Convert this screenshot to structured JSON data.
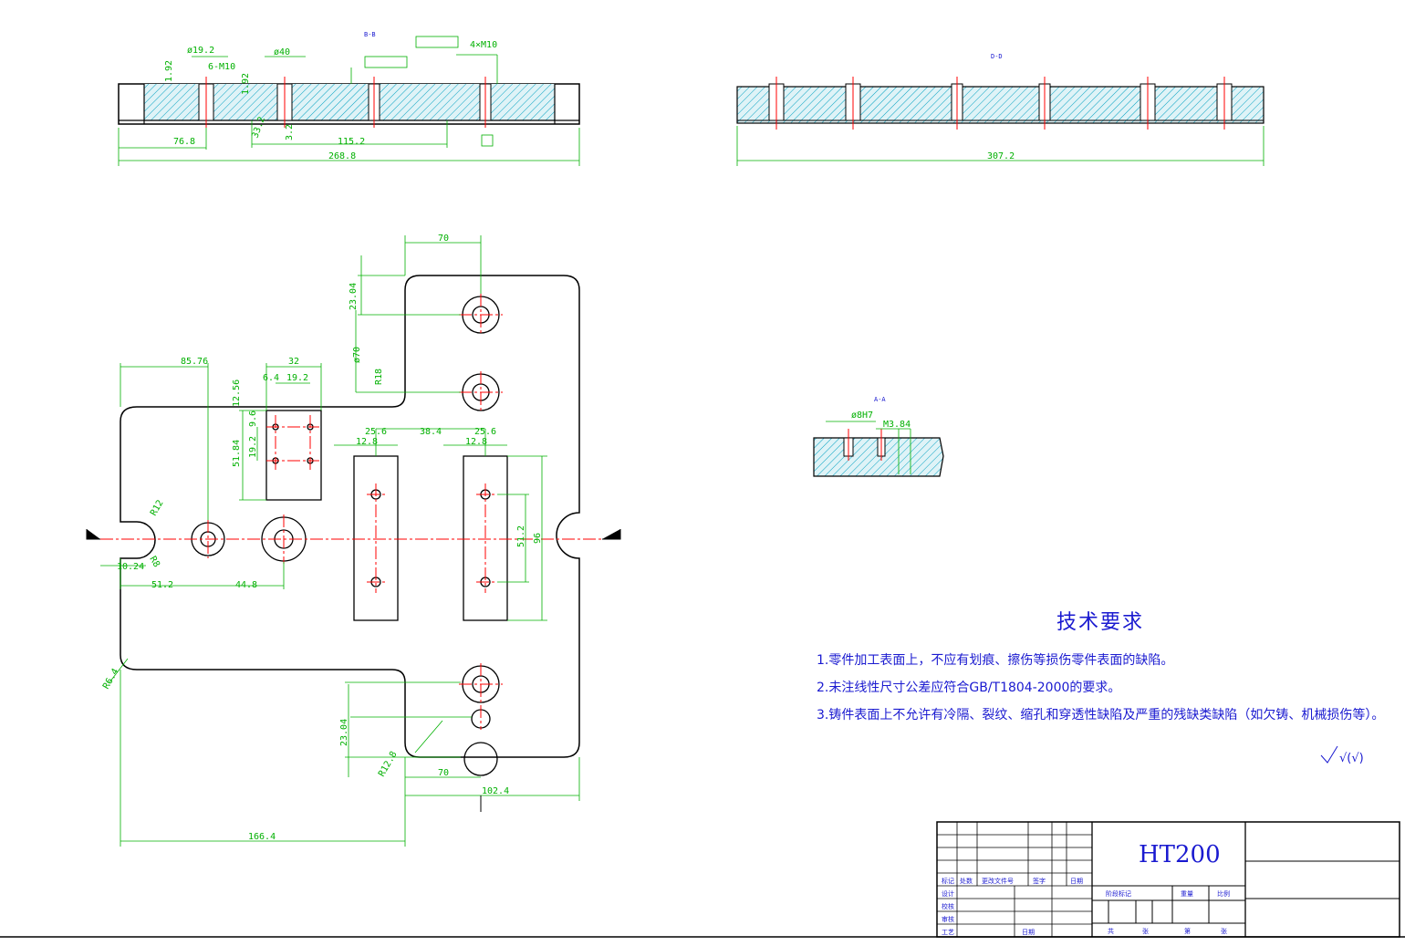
{
  "requirements": {
    "title": "技术要求",
    "items": [
      "1.零件加工表面上，不应有划痕、擦伤等损伤零件表面的缺陷。",
      "2.未注线性尺寸公差应符合GB/T1804-2000的要求。",
      "3.铸件表面上不允许有冷隔、裂纹、缩孔和穿透性缺陷及严重的残缺类缺陷（如欠铸、机械损伤等）。"
    ]
  },
  "title_block": {
    "material": "HT200",
    "row_labels": [
      "标记",
      "处数",
      "更改文件号",
      "签字",
      "日期"
    ],
    "side_labels": [
      "设计",
      "校核",
      "审核",
      "工艺"
    ],
    "mid_labels": [
      "阶段标记",
      "重量",
      "比例"
    ],
    "bottom_labels": [
      "共",
      "张",
      "第",
      "张"
    ],
    "date_label": "日期"
  },
  "roughness": "√(√)",
  "section_labels": {
    "front": "B-B",
    "side": "D-D",
    "detail": "A-A"
  },
  "dimensions": {
    "front_view": [
      "ø19.2",
      "6-M10",
      "ø40",
      "4×M10",
      "76.8",
      "115.2",
      "268.8",
      "33.2",
      "3.2",
      "1.92",
      "1.92"
    ],
    "side_view": [
      "307.2"
    ],
    "top_view": [
      "70",
      "23.04",
      "ø70",
      "R18",
      "85.76",
      "32",
      "6.4",
      "19.2",
      "12.56",
      "9.6",
      "19.2",
      "51.84",
      "25.6",
      "38.4",
      "25.6",
      "12.8",
      "12.8",
      "R12",
      "R8",
      "10.24",
      "51.2",
      "44.8",
      "51.2",
      "96",
      "R6.4",
      "23.04",
      "R12.8",
      "70",
      "102.4",
      "166.4"
    ],
    "detail_view": [
      "ø8H7",
      "M3.84"
    ]
  },
  "colors": {
    "outline": "#000000",
    "dimension": "#00b000",
    "centerline": "#ff0000",
    "hatch": "#00a0c0",
    "text": "#1a1ad0"
  }
}
